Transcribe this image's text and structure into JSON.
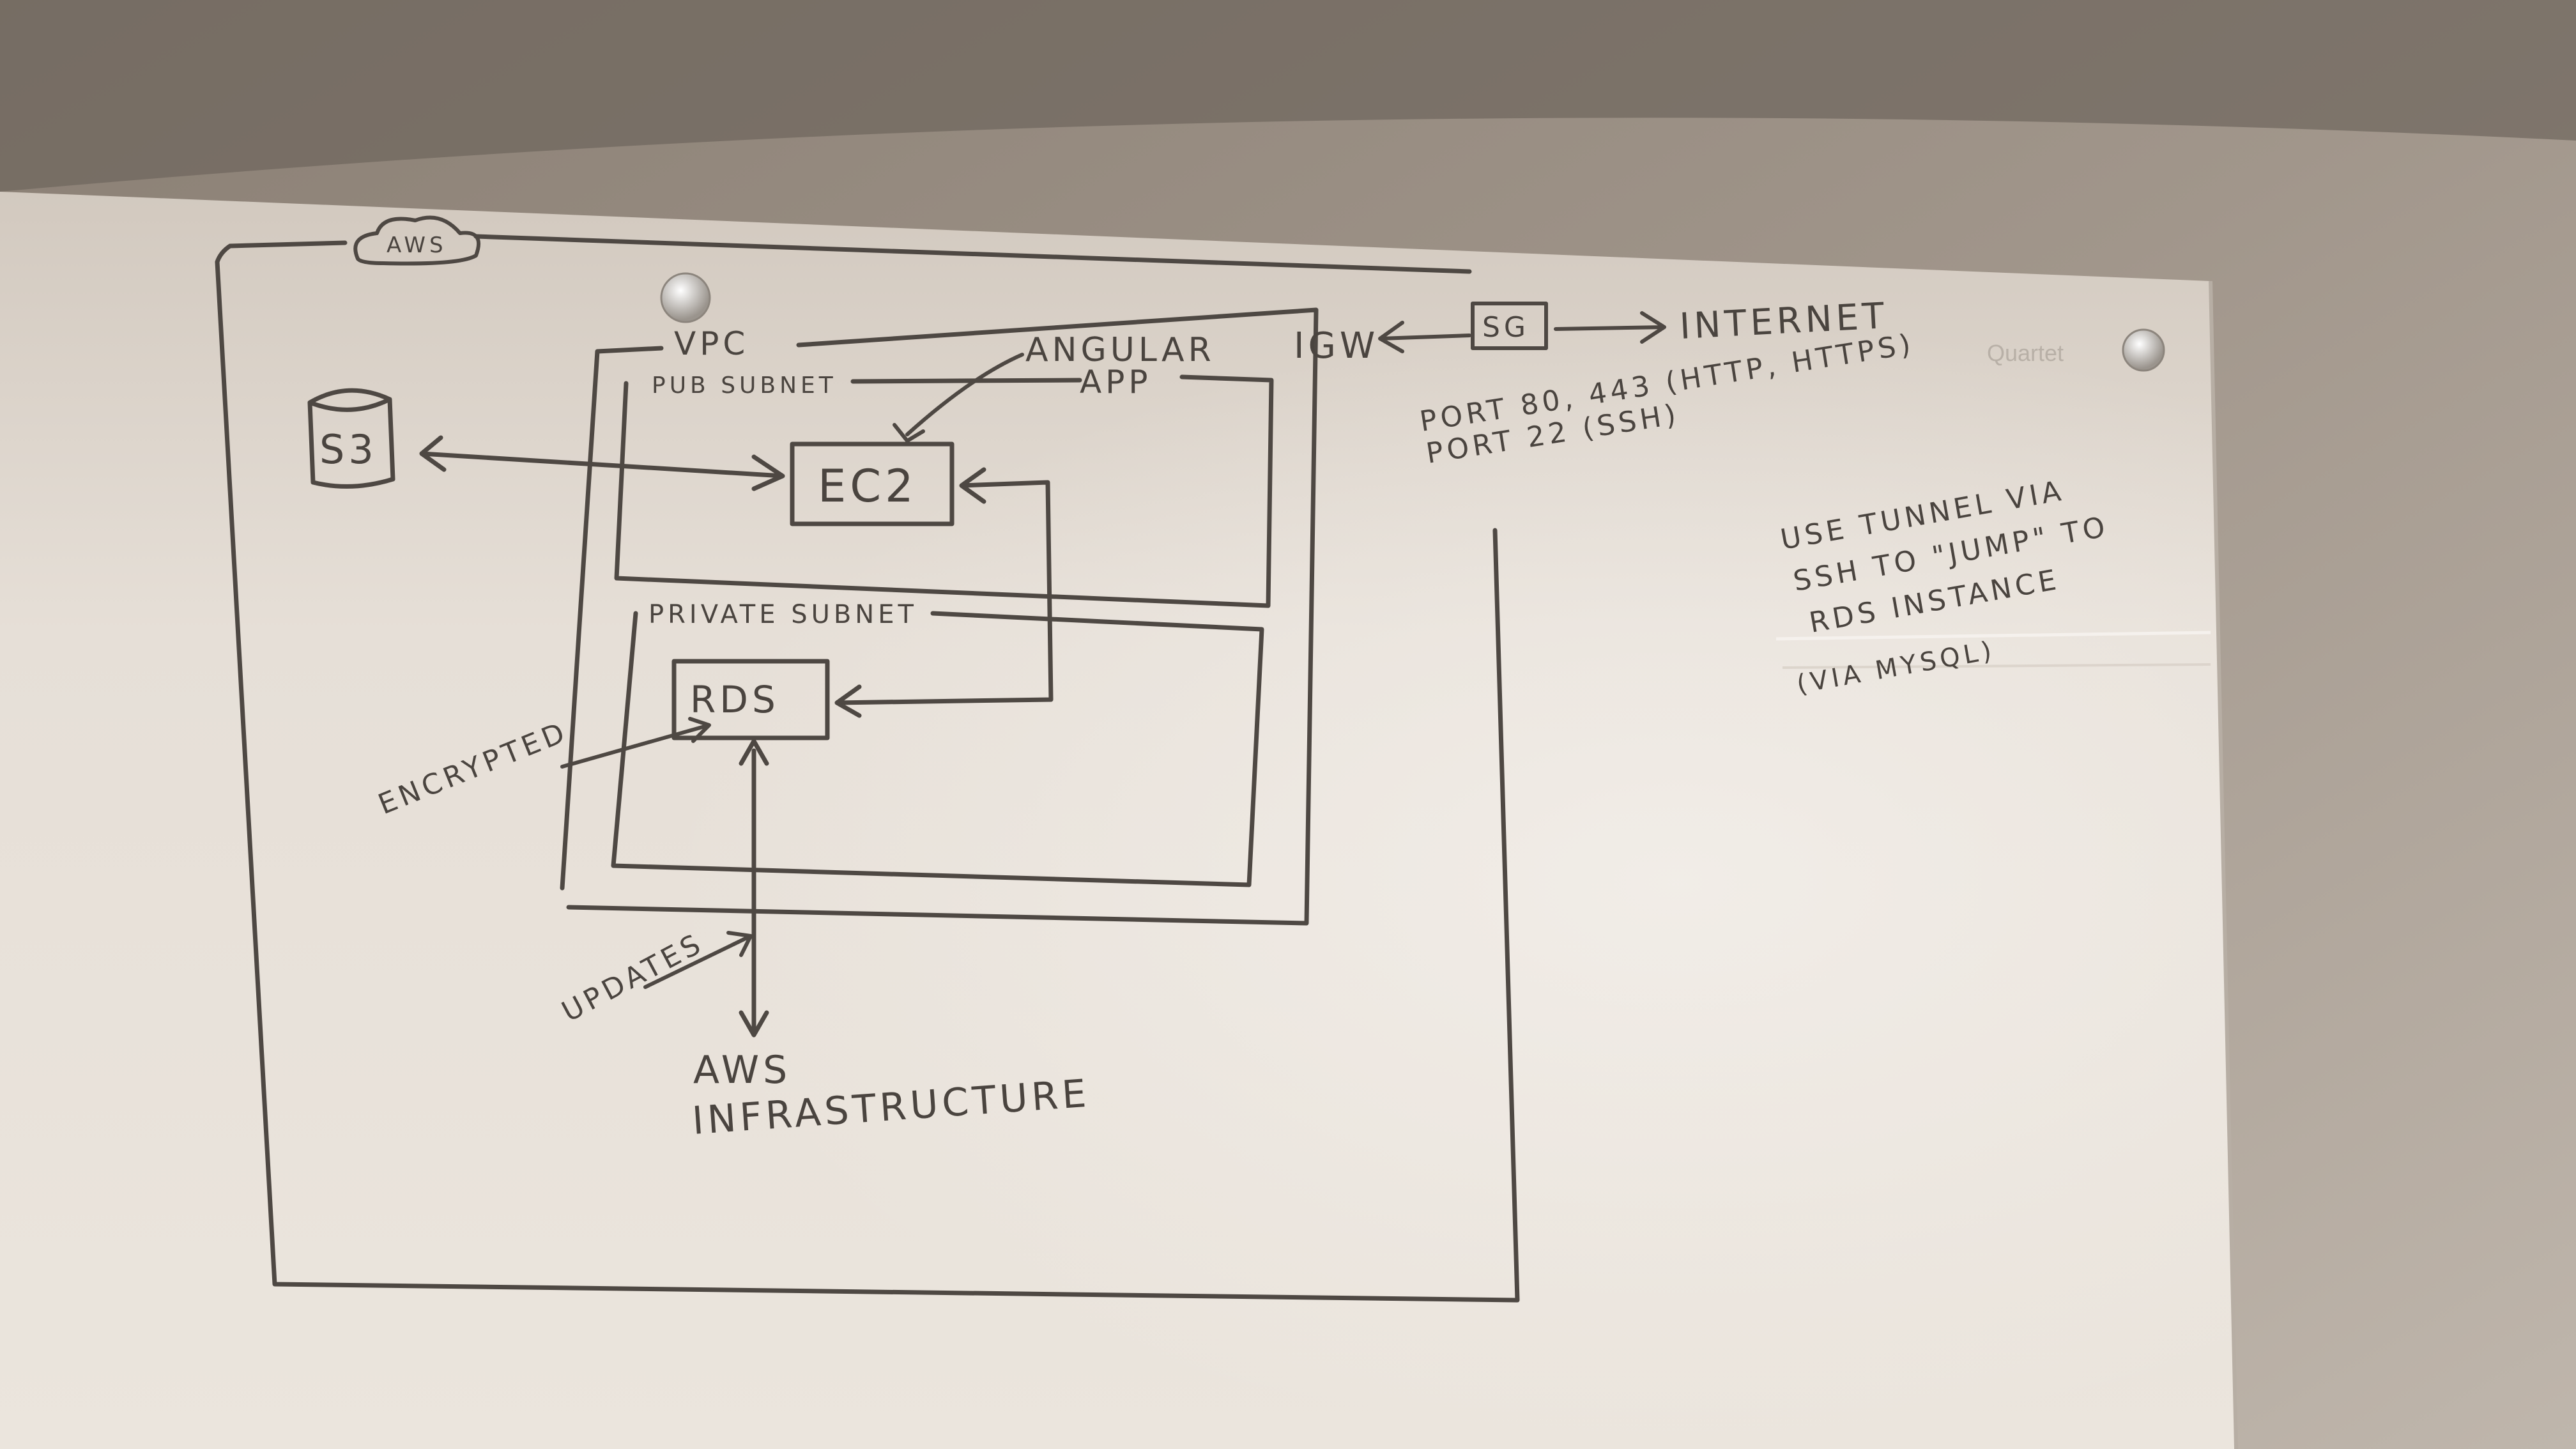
{
  "whiteboard": {
    "brand": "Quartet",
    "labels": {
      "aws_cloud": "AWS",
      "vpc": "VPC",
      "public_subnet": "PUB SUBNET",
      "angular_app_line1": "ANGULAR",
      "angular_app_line2": "APP",
      "s3": "S3",
      "ec2": "EC2",
      "private_subnet": "PRIVATE SUBNET",
      "rds": "RDS",
      "encrypted": "ENCRYPTED",
      "updates": "UPDATES",
      "aws_infra_line1": "AWS",
      "aws_infra_line2": "INFRASTRUCTURE",
      "igw": "IGW",
      "sg": "SG",
      "internet": "INTERNET",
      "port_line1": "PORT 80, 443 (HTTP, HTTPS)",
      "port_line2": "PORT 22 (SSH)",
      "note_line1": "USE TUNNEL VIA",
      "note_line2": "SSH TO \"JUMP\" TO",
      "note_line3": "RDS INSTANCE",
      "note_line4": "(VIA MYSQL)"
    }
  }
}
